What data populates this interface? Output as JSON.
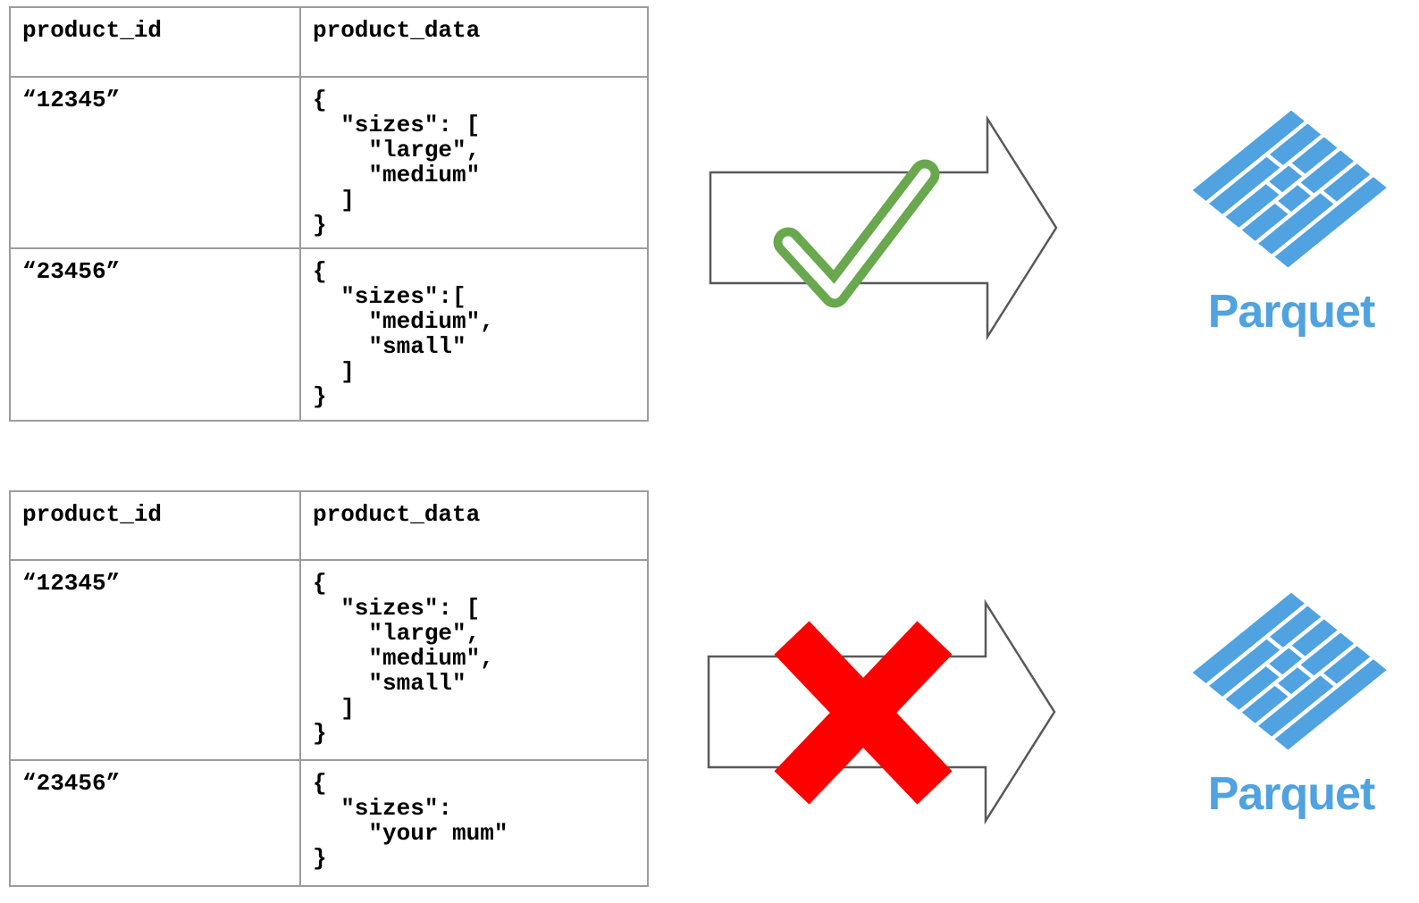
{
  "colors": {
    "parquet_blue": "#50A2E0",
    "check_green": "#6aa84f",
    "cross_red": "#fe0000",
    "arrow_outline": "#595959",
    "table_border": "#9c9c9c"
  },
  "valid_section": {
    "table": {
      "headers": [
        "product_id",
        "product_data"
      ],
      "rows": [
        {
          "product_id": "“12345”",
          "product_data": "{\n  \"sizes\": [\n    \"large\",\n    \"medium\"\n  ]\n}"
        },
        {
          "product_id": "“23456”",
          "product_data": "{\n  \"sizes\":[\n    \"medium\",\n    \"small\"\n  ]\n}"
        }
      ]
    },
    "result": "valid",
    "result_icon": "check-mark",
    "logo_label": "Parquet"
  },
  "invalid_section": {
    "table": {
      "headers": [
        "product_id",
        "product_data"
      ],
      "rows": [
        {
          "product_id": "“12345”",
          "product_data": "{\n  \"sizes\": [\n    \"large\",\n    \"medium\",\n    \"small\"\n  ]\n}"
        },
        {
          "product_id": "“23456”",
          "product_data": "{\n  \"sizes\":\n    \"your mum\"\n}"
        }
      ]
    },
    "result": "invalid",
    "result_icon": "cross-mark",
    "logo_label": "Parquet"
  }
}
